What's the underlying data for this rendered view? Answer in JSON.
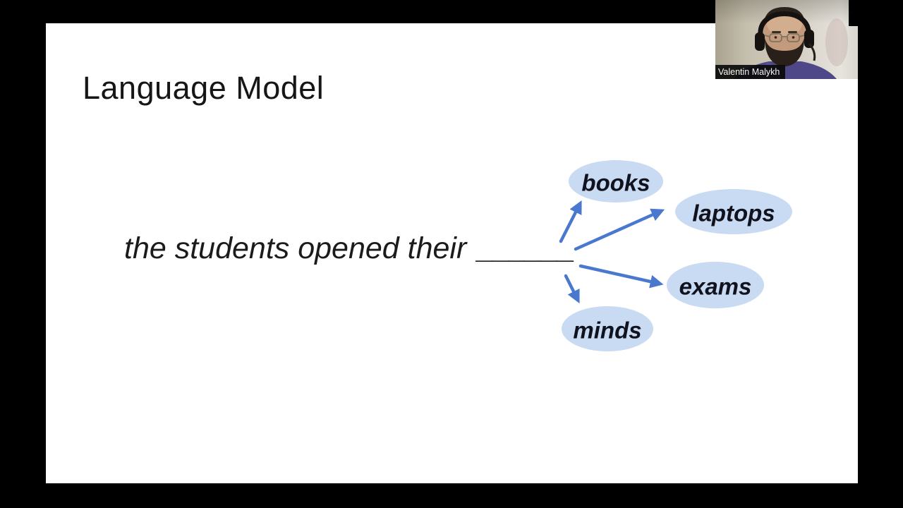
{
  "slide": {
    "title": "Language Model",
    "sentence_text": "the students opened their",
    "sentence_blank": "______",
    "bubbles": [
      {
        "label": "books"
      },
      {
        "label": "laptops"
      },
      {
        "label": "exams"
      },
      {
        "label": "minds"
      }
    ]
  },
  "webcam": {
    "name": "Valentin Malykh"
  },
  "colors": {
    "canvas_bg": "#000000",
    "slide_bg": "#ffffff",
    "title_text": "#161616",
    "sentence_text_color": "#1b1b1b",
    "bubble_fill": "#c9daf3",
    "bubble_text": "#10131e",
    "arrow": "#4a78cf",
    "name_label_bg": "#0a0a0a",
    "name_label_text": "#ffffff"
  }
}
